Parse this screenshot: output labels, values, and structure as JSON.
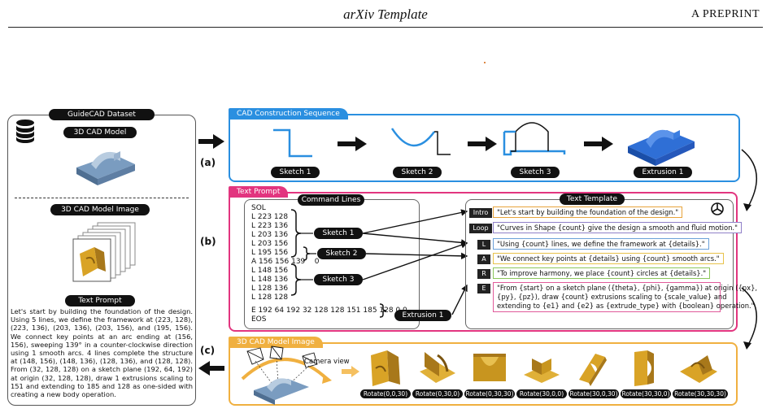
{
  "header": {
    "title": "arXiv Template",
    "right": "A PREPRINT"
  },
  "left_panel": {
    "title": "GuideCAD Dataset",
    "model_label": "3D CAD Model",
    "image_label": "3D CAD Model Image",
    "prompt_label": "Text Prompt",
    "paragraph": "Let's start by building the foundation of the design. Using 5 lines, we define the framework at (223, 128), (223, 136), (203, 136), (203, 156), and (195, 156). We connect key points at an arc ending at (156, 156), sweeping 139° in a counter-clockwise direction using 1 smooth arcs. 4 lines complete the structure at (148, 156), (148, 136), (128, 136), and (128, 128). From (32, 128, 128) on a sketch plane (192, 64, 192) at origin (32, 128, 128), draw 1 extrusions scaling to 151 and extending to 185 and 128 as one-sided with creating a new body operation."
  },
  "labels": {
    "a": "(a)",
    "b": "(b)",
    "c": "(c)"
  },
  "seq_panel": {
    "tab": "CAD Construction Sequence",
    "steps": [
      "Sketch 1",
      "Sketch 2",
      "Sketch 3",
      "Extrusion 1"
    ]
  },
  "prompt_panel": {
    "tab": "Text Prompt",
    "cmd_title": "Command Lines",
    "commands": [
      "SOL",
      "L 223 128",
      "L 223 136",
      "L 203 136",
      "L 203 156",
      "L 195 156",
      "A 156 156 139    0",
      "L 148 156",
      "L 148 136",
      "L 128 136",
      "L 128 128",
      "E 192 64 192 32 128 128 151 185 128 0 0",
      "EOS"
    ],
    "groups": [
      "Sketch 1",
      "Sketch 2",
      "Sketch 3",
      "Extrusion 1"
    ],
    "tt_title": "Text Template",
    "templates": [
      {
        "tag": "Intro",
        "text": "\"Let's start by building the foundation of the design.\"",
        "color": "#e8a33a"
      },
      {
        "tag": "Loop",
        "text": "\"Curves in Shape {count} give the design a smooth and fluid motion.\"",
        "color": "#8f80c8"
      },
      {
        "tag": "L",
        "text": "\"Using {count} lines, we define the framework at {details}.\"",
        "color": "#6aa0d8"
      },
      {
        "tag": "A",
        "text": "\"We connect key points at {details} using {count} smooth arcs.\"",
        "color": "#e8c24a"
      },
      {
        "tag": "R",
        "text": "\"To improve harmony, we place {count} circles at {details}.\"",
        "color": "#8cc65a"
      },
      {
        "tag": "E",
        "lines": [
          "\"From {start} on a sketch plane ({theta}, {phi}, {gamma}) at origin ({px},",
          "{py}, {pz}), draw {count} extrusions scaling to {scale_value} and",
          "extending to {e1} and {e2} as {extrude_type} with {boolean} operation.\""
        ],
        "color": "#e05a9a"
      }
    ]
  },
  "image_panel": {
    "tab": "3D CAD Model Image",
    "camera_label": "Camera view",
    "rotations": [
      "Rotate(0,0,30)",
      "Rotate(0,30,0)",
      "Rotate(0,30,30)",
      "Rotate(30,0,0)",
      "Rotate(30,0,30)",
      "Rotate(30,30,0)",
      "Rotate(30,30,30)"
    ]
  },
  "colors": {
    "seq": "#2a8fe0",
    "prompt": "#e2357f",
    "image": "#f0b040",
    "gold": "#d9a326",
    "blue": "#2f6fd6"
  }
}
